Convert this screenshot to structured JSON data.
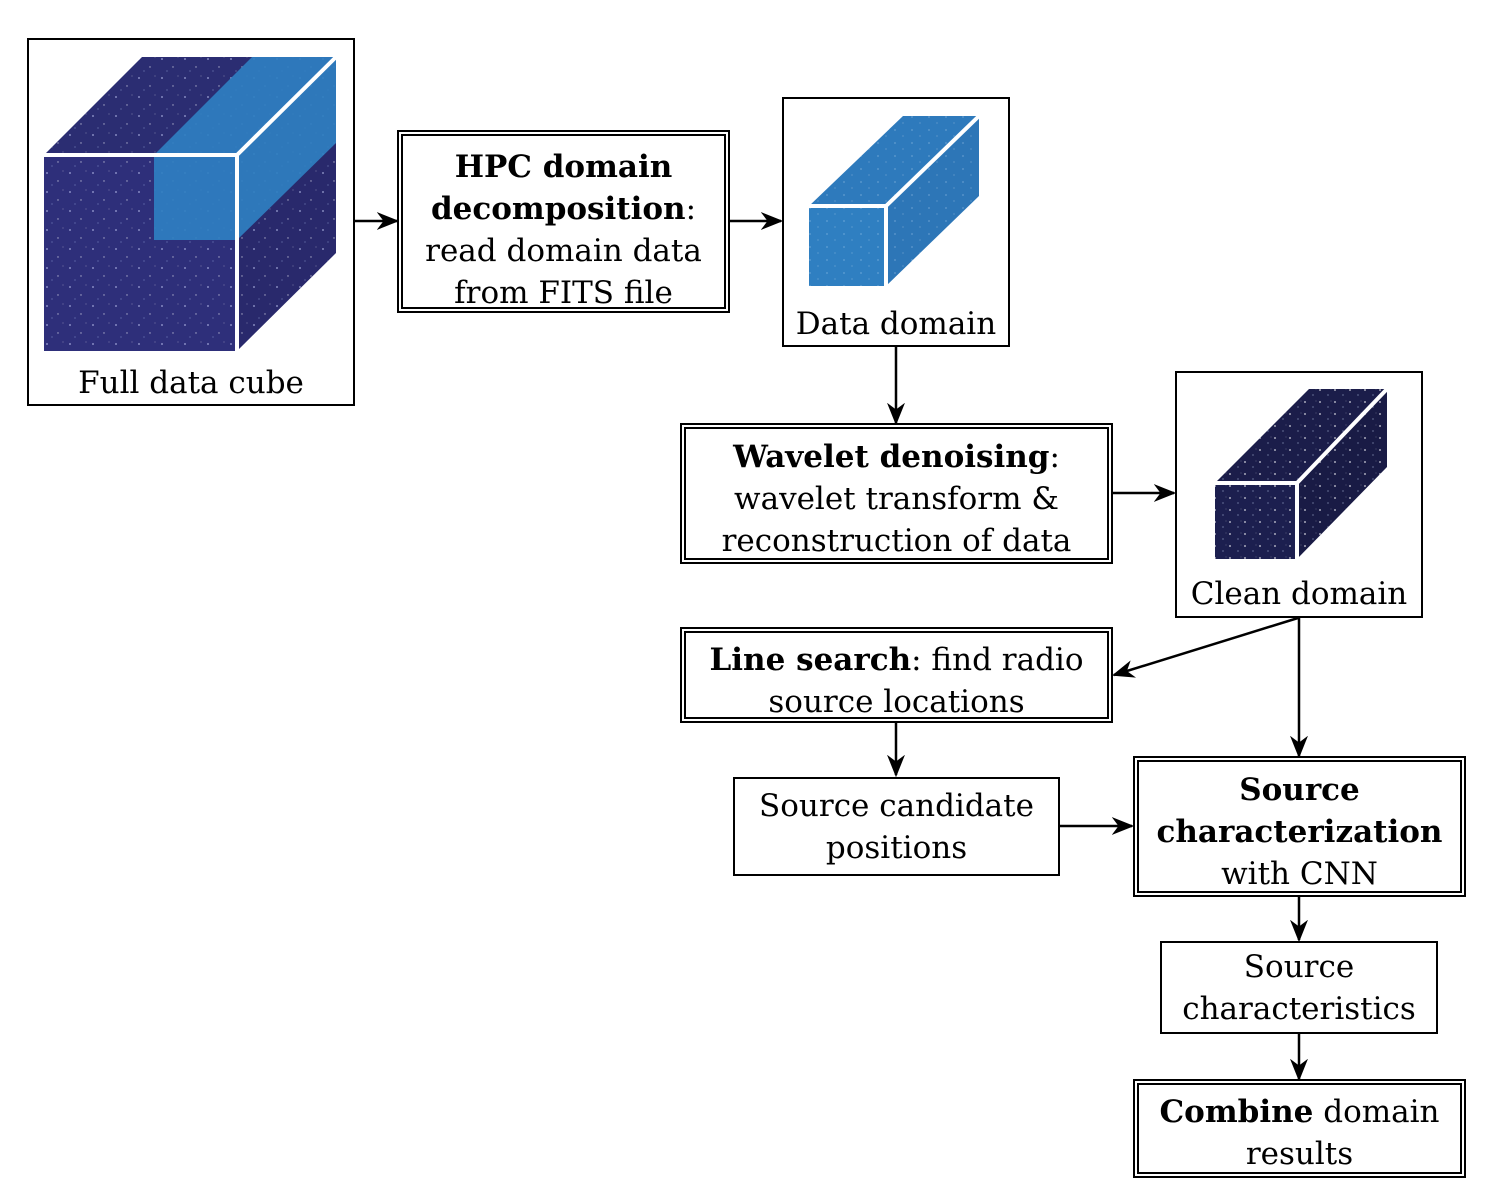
{
  "nodes": {
    "full_cube": {
      "caption": "Full data cube"
    },
    "hpc": {
      "title": "HPC domain decomposition",
      "title_line1": "HPC domain",
      "title_line2": "decomposition",
      "colon": ":",
      "line3": "read domain data",
      "line4": "from FITS file"
    },
    "data_domain": {
      "caption": "Data domain"
    },
    "wavelet": {
      "title": "Wavelet denoising",
      "colon": ":",
      "line2": "wavelet transform &",
      "line3": "reconstruction of data"
    },
    "clean_domain": {
      "caption": "Clean domain"
    },
    "line_search": {
      "title": "Line search",
      "colon": ":",
      "rest1": " find radio",
      "line2": "source locations"
    },
    "candidates": {
      "line1": "Source candidate",
      "line2": "positions"
    },
    "characterization": {
      "title_line1": "Source",
      "title_line2": "characterization",
      "line3": "with CNN"
    },
    "characteristics": {
      "line1": "Source",
      "line2": "characteristics"
    },
    "combine": {
      "title": "Combine",
      "rest1": " domain",
      "line2": "results"
    }
  },
  "colors": {
    "cube_dark": "#2e2f7a",
    "cube_light": "#2f7fc1",
    "clean_dark": "#1c1f4f",
    "edge": "#ffffff",
    "stroke": "#000000"
  },
  "edges": [
    [
      "full_cube",
      "hpc"
    ],
    [
      "hpc",
      "data_domain"
    ],
    [
      "data_domain",
      "wavelet"
    ],
    [
      "wavelet",
      "clean_domain"
    ],
    [
      "clean_domain",
      "line_search"
    ],
    [
      "clean_domain",
      "characterization"
    ],
    [
      "line_search",
      "candidates"
    ],
    [
      "candidates",
      "characterization"
    ],
    [
      "characterization",
      "characteristics"
    ],
    [
      "characteristics",
      "combine"
    ]
  ]
}
